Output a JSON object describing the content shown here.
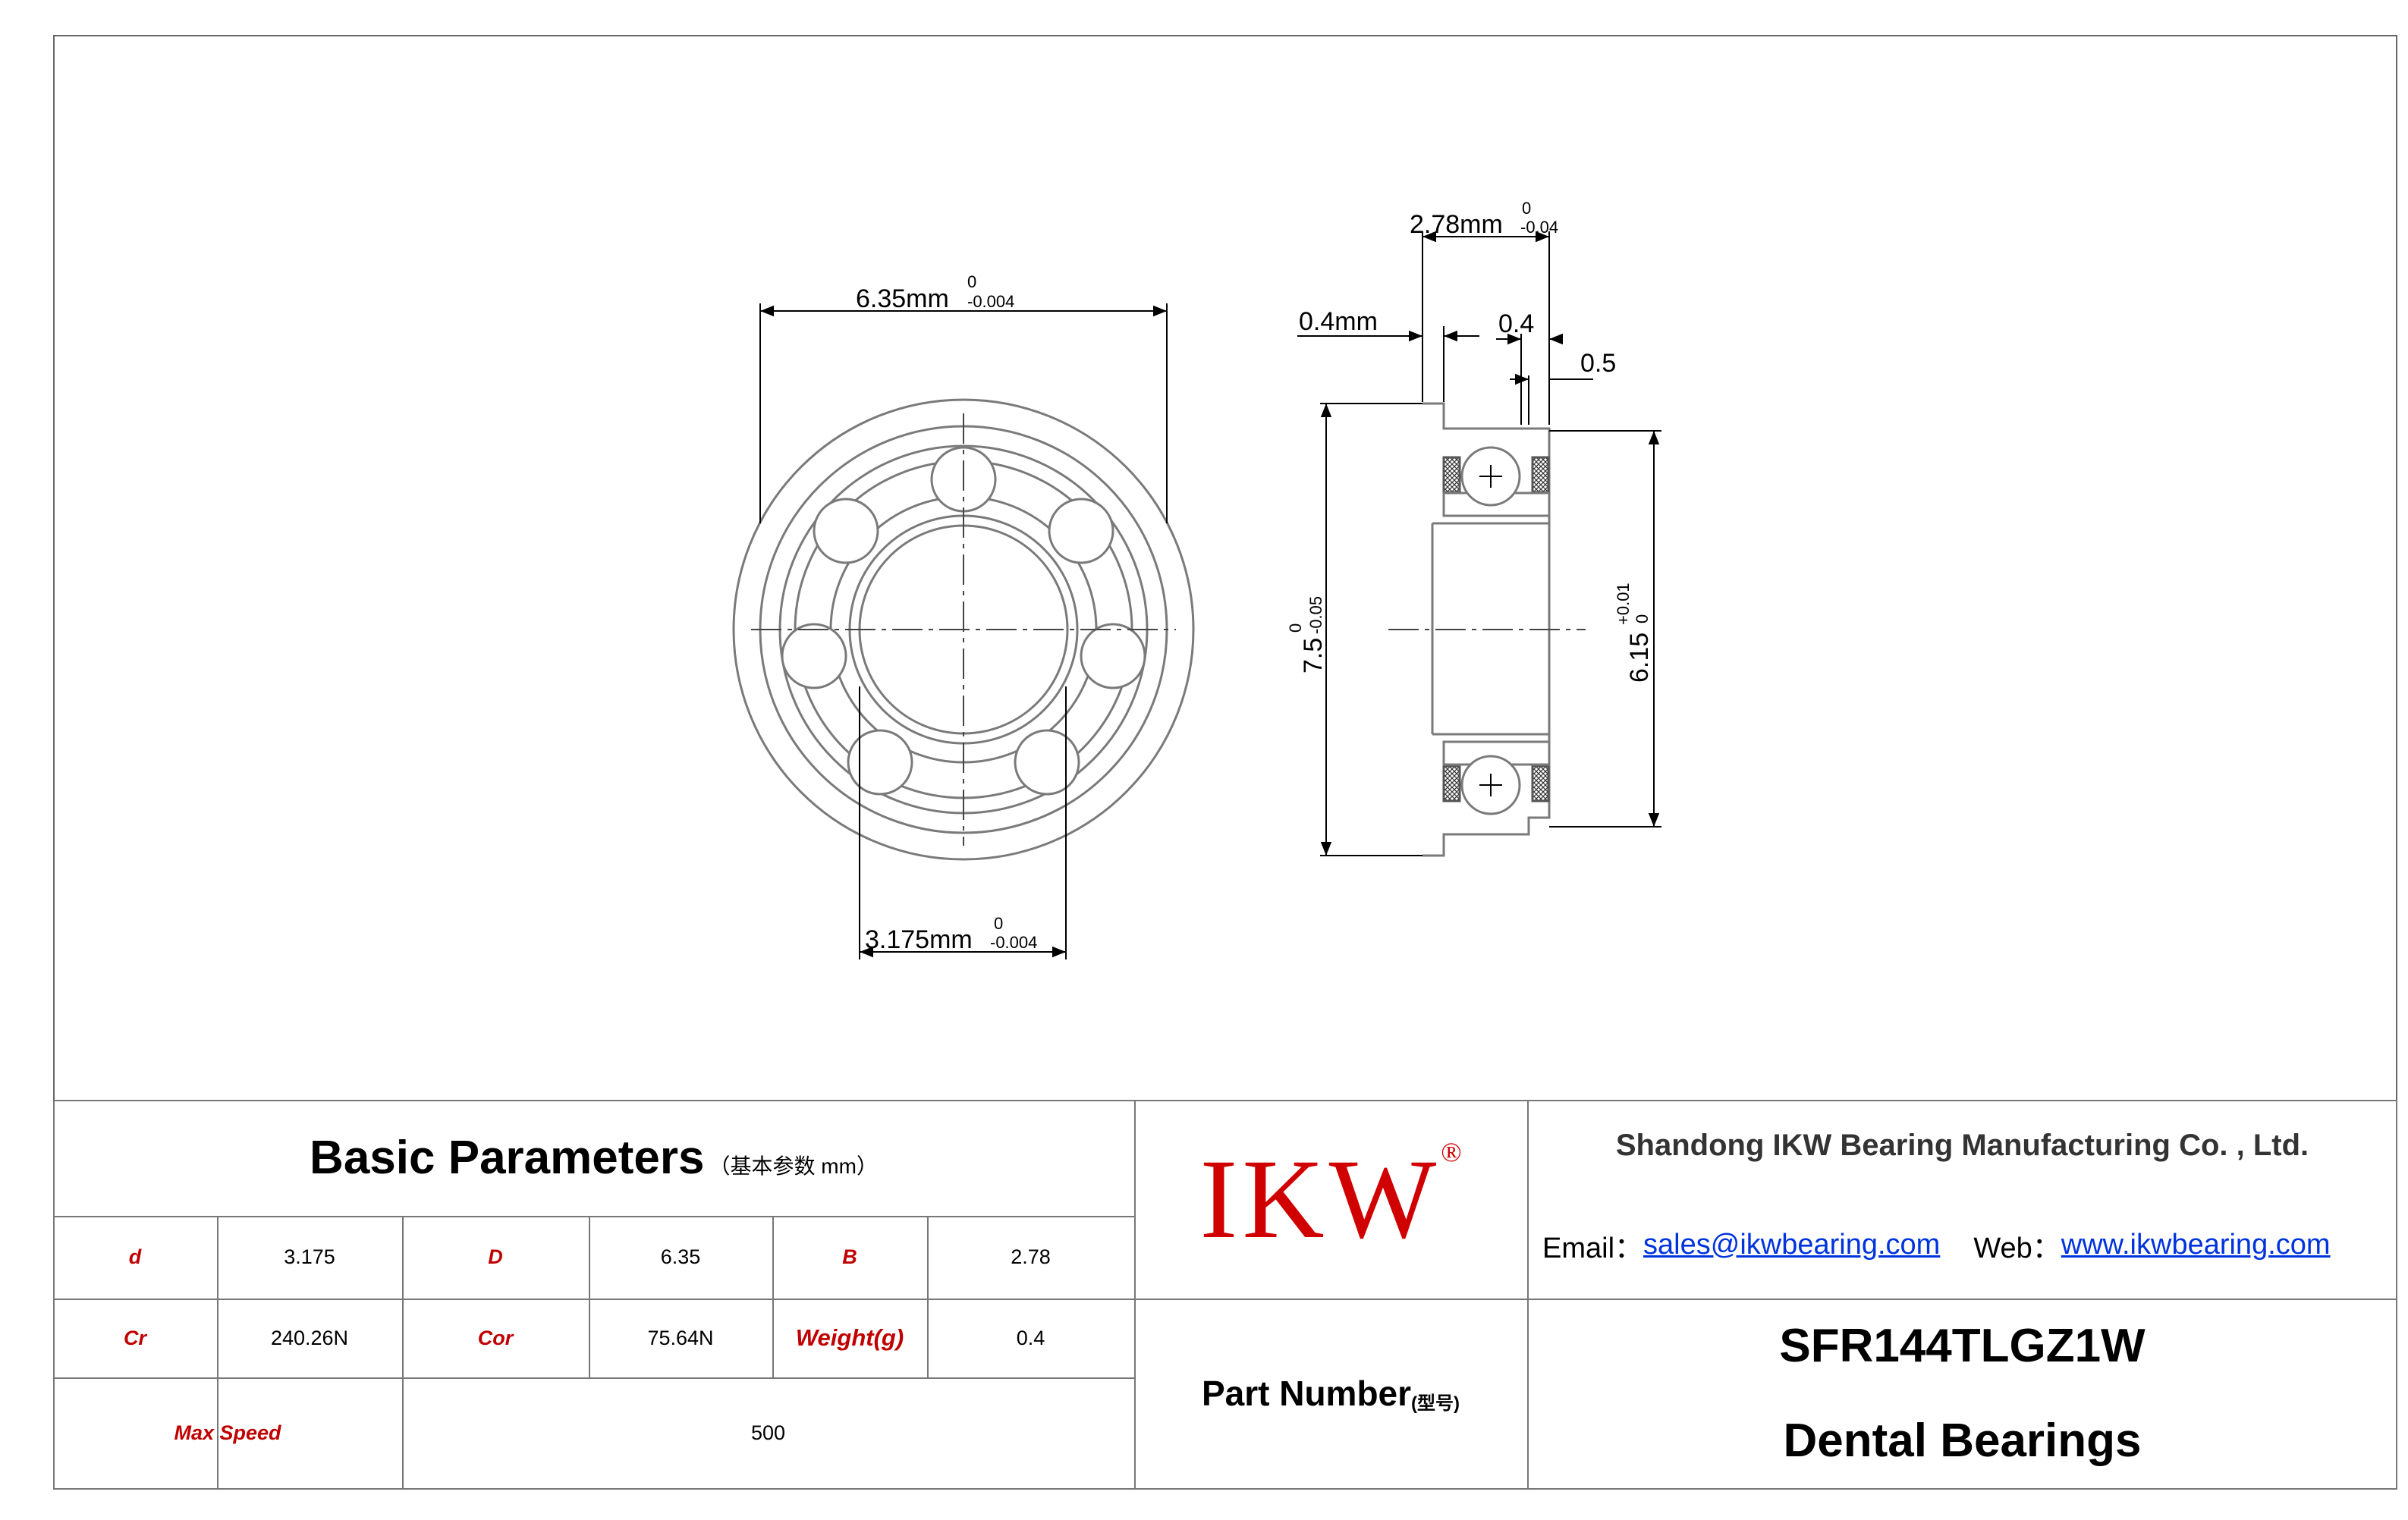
{
  "drawing": {
    "dims": {
      "outer_diameter": "6.35mm",
      "outer_tol_upper": "0",
      "outer_tol_lower": "-0.004",
      "bore": "3.175mm",
      "bore_tol_upper": "0",
      "bore_tol_lower": "-0.004",
      "width": "2.78mm",
      "width_tol_upper": "0",
      "width_tol_lower": "-0.04",
      "flange_thickness": "0.4mm",
      "small_a": "0.4",
      "small_b": "0.5",
      "flange_diameter": "7.5",
      "flange_tol_upper": "0",
      "flange_tol_lower": "-0.05",
      "housing_diameter": "6.15",
      "housing_tol_upper": "+0.01",
      "housing_tol_lower": "0"
    }
  },
  "table": {
    "basic_title": "Basic Parameters",
    "basic_sub": "（基本参数 mm）",
    "rows": [
      [
        {
          "label": "d",
          "value": "3.175"
        },
        {
          "label": "D",
          "value": "6.35"
        },
        {
          "label": "B",
          "value": "2.78"
        }
      ],
      [
        {
          "label": "Cr",
          "value": "240.26N"
        },
        {
          "label": "Cor",
          "value": "75.64N"
        },
        {
          "label": "Weight(g)",
          "value": "0.4"
        }
      ]
    ],
    "max_speed_label": "Max Speed",
    "max_speed_value": "500",
    "logo": "IKW",
    "logo_mark": "®",
    "part_number_label": "Part Number",
    "part_number_sub": "(型号)",
    "company": "Shandong IKW Bearing Manufacturing Co. , Ltd.",
    "email_label": "Email：",
    "email": "sales@ikwbearing.com",
    "web_label": "Web：",
    "web": "www.ikwbearing.com",
    "part_number": "SFR144TLGZ1W",
    "product_type": "Dental Bearings"
  }
}
